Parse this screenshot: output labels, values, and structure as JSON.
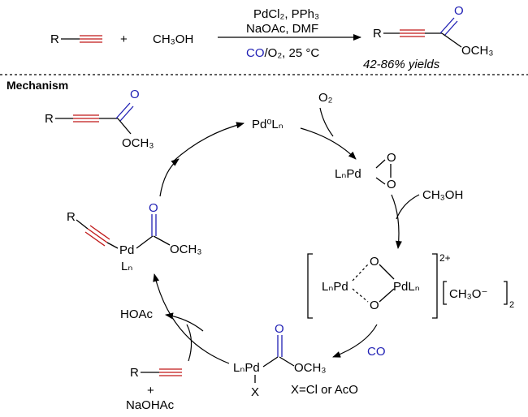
{
  "reaction": {
    "reactant_r": "R",
    "plus": "+",
    "methanol": "CH₃OH",
    "cond_line1": "PdCl₂, PPh₃",
    "cond_line2": "NaOAc, DMF",
    "cond_co": "CO",
    "cond_rest": "/O₂, 25 °C",
    "yields": "42-86% yields",
    "product_r": "R",
    "product_o": "O",
    "product_ome": "OCH₃"
  },
  "mechanism": {
    "heading": "Mechanism",
    "pd0": "Pd⁰Lₙ",
    "o2": "O₂",
    "peroxo_pd": "LₙPd",
    "peroxo_o_top": "O",
    "peroxo_o_bottom": "O",
    "methanol": "CH₃OH",
    "dimer_left_pd": "LₙPd",
    "dimer_right_pd": "PdLₙ",
    "dimer_o_top": "O",
    "dimer_o_bottom": "O",
    "dimer_charge": "2+",
    "methoxide": "CH₃O⁻",
    "methoxide_sub": "2",
    "co": "CO",
    "acylpd_pd": "LₙPd",
    "acylpd_x": "X",
    "acylpd_o": "O",
    "acylpd_ome": "OCH₃",
    "x_note": "X=Cl or AcO",
    "hoac": "HOAc",
    "plus": "+",
    "alkyne_r": "R",
    "naohac": "NaOHAc",
    "alkynylpd_r": "R",
    "alkynylpd_pd": "Pd",
    "alkynylpd_ln": "Lₙ",
    "alkynylpd_o": "O",
    "alkynylpd_ome": "OCH₃",
    "product_r": "R",
    "product_o": "O",
    "product_ome": "OCH₃"
  }
}
